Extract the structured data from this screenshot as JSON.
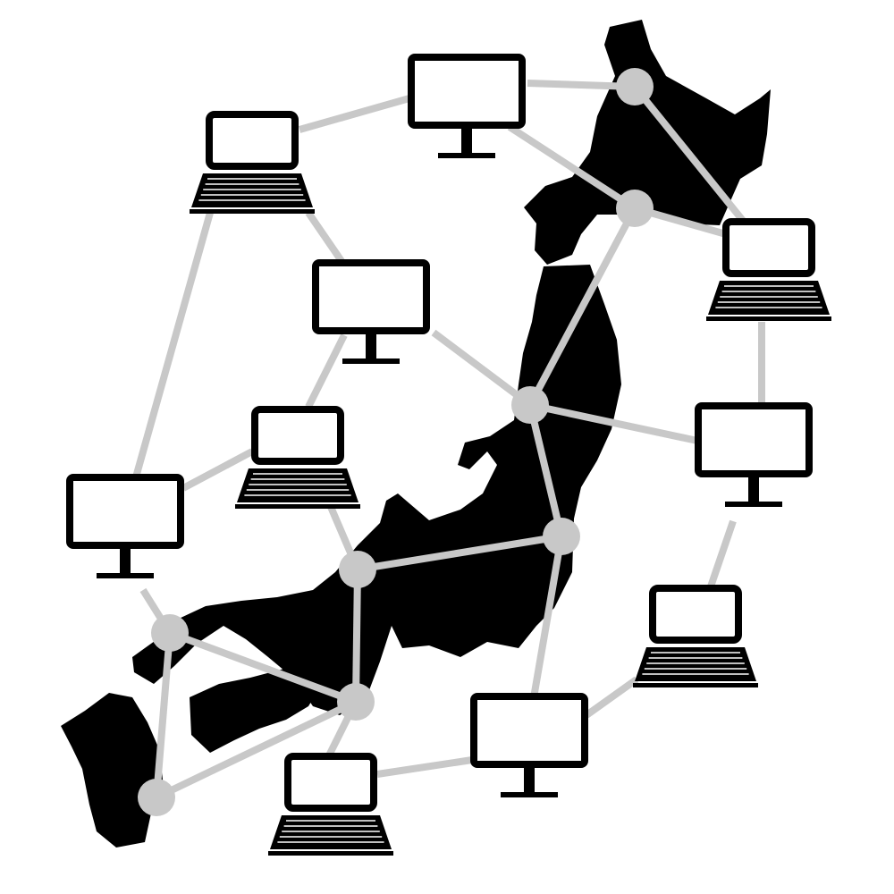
{
  "illustration": {
    "subject": "japan-computer-network",
    "colors": {
      "background": "#ffffff",
      "map": "#000000",
      "link": "#c8c8c8",
      "node": "#c8c8c8",
      "device_frame": "#000000",
      "device_screen": "#ffffff"
    },
    "device_types": [
      "monitor",
      "laptop",
      "laptop",
      "monitor",
      "monitor",
      "laptop",
      "monitor",
      "laptop",
      "monitor",
      "laptop"
    ],
    "hub_count": 8
  }
}
